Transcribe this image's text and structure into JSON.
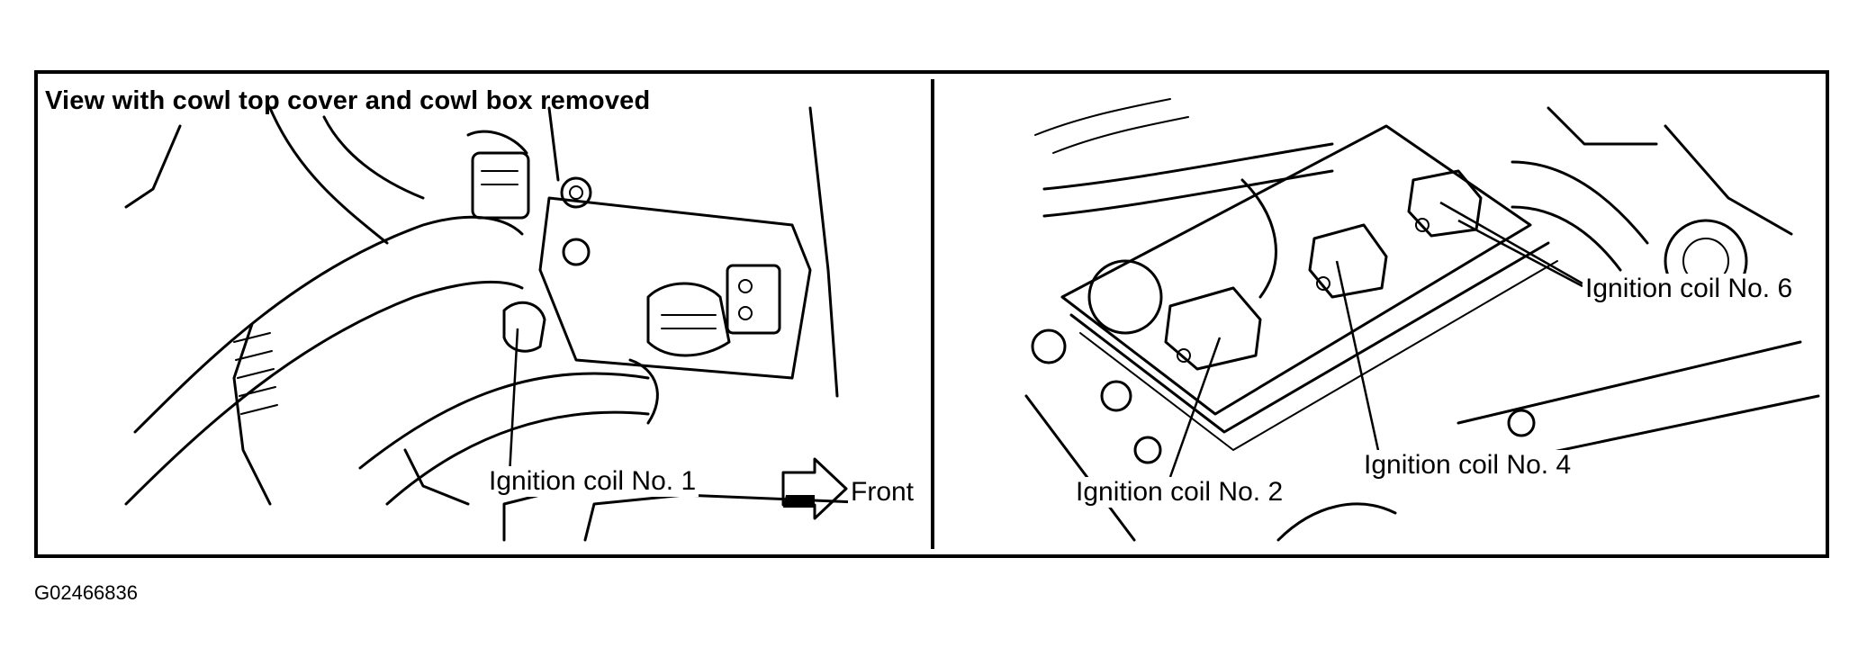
{
  "figure": {
    "title": "View with cowl top cover and cowl box removed",
    "code": "G02466836"
  },
  "left_panel": {
    "callout_coil_1": "Ignition coil No. 1",
    "direction_label": "Front"
  },
  "right_panel": {
    "callout_coil_2": "Ignition coil No. 2",
    "callout_coil_4": "Ignition coil No. 4",
    "callout_coil_6": "Ignition coil No. 6"
  },
  "colors": {
    "line": "#000000",
    "background": "#ffffff"
  }
}
